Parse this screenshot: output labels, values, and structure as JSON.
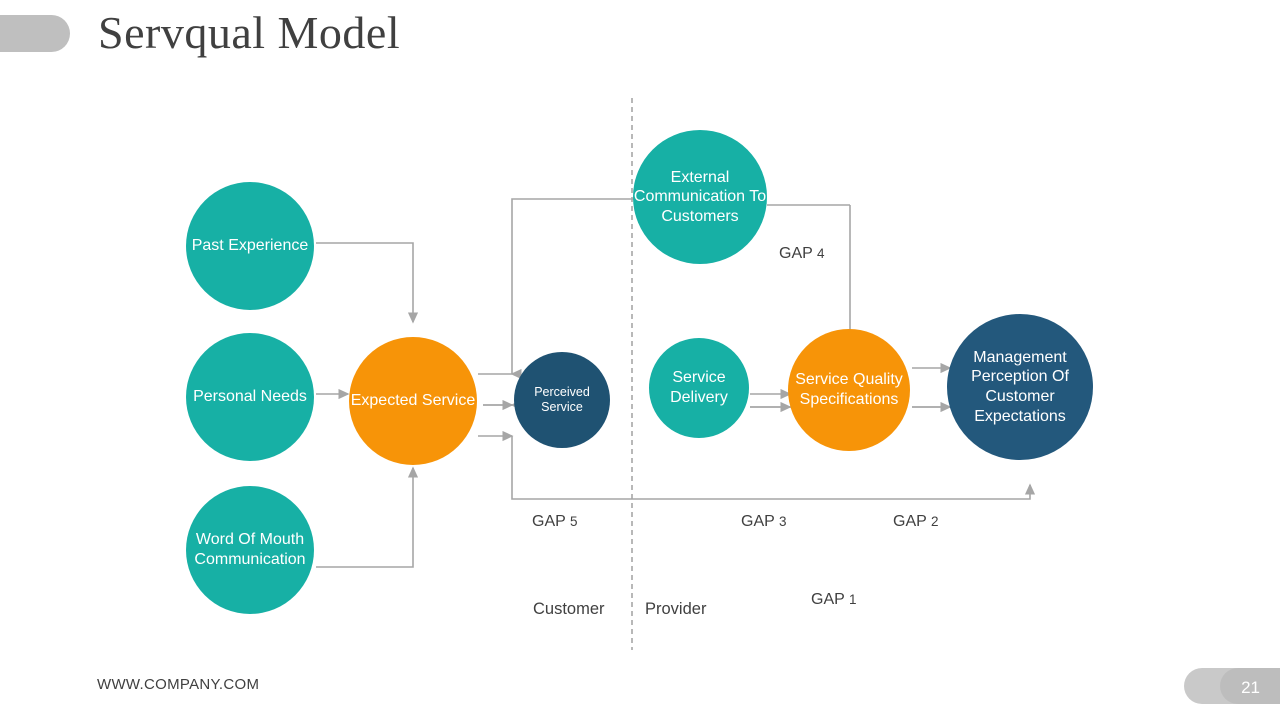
{
  "header": {
    "title": "Servqual Model"
  },
  "footer": {
    "url": "WWW.COMPANY.COM",
    "page_number": "21"
  },
  "colors": {
    "teal": "#17b0a5",
    "orange": "#f79408",
    "navy": "#1f5272",
    "navy_dark": "#23587c",
    "text": "#404040",
    "line": "#a6a6a6",
    "chip": "#bfbfbf"
  },
  "diagram": {
    "nodes": [
      {
        "id": "past-experience",
        "label": "Past\nExperience",
        "color": "teal"
      },
      {
        "id": "personal-needs",
        "label": "Persona\nl Needs",
        "color": "teal"
      },
      {
        "id": "word-of-mouth",
        "label": "Word Of\nMouth\nCommunicati\non",
        "color": "teal"
      },
      {
        "id": "expected-service",
        "label": "Expected\nService",
        "color": "orange"
      },
      {
        "id": "perceived-service",
        "label": "Perceived\nService",
        "color": "navy"
      },
      {
        "id": "external-communication",
        "label": "External\nCommunicati\non To\nCustomers",
        "color": "teal"
      },
      {
        "id": "service-delivery",
        "label": "Service\nDelivery",
        "color": "teal"
      },
      {
        "id": "service-quality-specifications",
        "label": "Service\nQuality\nSpecifications",
        "color": "orange"
      },
      {
        "id": "management-perception",
        "label": "Management\nPerception\nOf Customer\nExpectations",
        "color": "navy_dark"
      }
    ],
    "node_labels": {
      "past_experience": "Past Experience",
      "personal_needs": "Personal Needs",
      "word_of_mouth": "Word Of Mouth Communication",
      "expected_service": "Expected Service",
      "perceived_service": "Perceived Service",
      "external_communication": "External Communication To Customers",
      "service_delivery": "Service Delivery",
      "service_quality_specifications": "Service Quality Specifications",
      "management_perception": "Management Perception Of Customer Expectations"
    },
    "gaps": [
      {
        "id": "gap-1",
        "text": "GAP",
        "number": "1"
      },
      {
        "id": "gap-2",
        "text": "GAP",
        "number": "2"
      },
      {
        "id": "gap-3",
        "text": "GAP",
        "number": "3"
      },
      {
        "id": "gap-4",
        "text": "GAP",
        "number": "4"
      },
      {
        "id": "gap-5",
        "text": "GAP",
        "number": "5"
      }
    ],
    "side_labels": {
      "customer": "Customer",
      "provider": "Provider"
    }
  }
}
